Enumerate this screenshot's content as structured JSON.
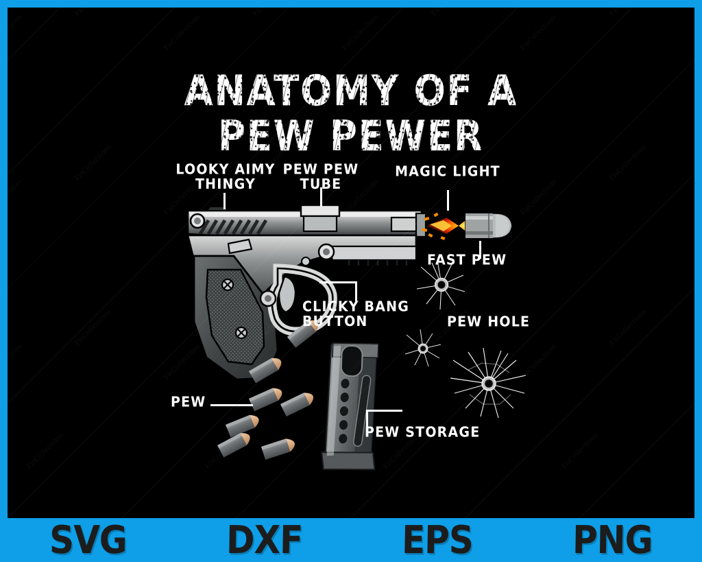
{
  "document": {
    "type": "t-shirt-design-preview",
    "background_color": "#000000",
    "frame_color": "#0e9fe8"
  },
  "title": {
    "line1": "ANATOMY OF A",
    "line2": "PEW PEWER"
  },
  "labels": [
    {
      "id": "looky-aimy-thingy",
      "text": "LOOKY AIMY\nTHINGY",
      "part": "sights"
    },
    {
      "id": "pew-pew-tube",
      "text": "PEW PEW\nTUBE",
      "part": "barrel"
    },
    {
      "id": "magic-light",
      "text": "MAGIC LIGHT",
      "part": "muzzle-flash"
    },
    {
      "id": "fast-pew",
      "text": "FAST PEW",
      "part": "bullet-in-flight"
    },
    {
      "id": "pew-hole",
      "text": "PEW HOLE",
      "part": "bullet-holes"
    },
    {
      "id": "clicky-bang-button",
      "text": "CLICKY BANG\nBUTTON",
      "part": "trigger"
    },
    {
      "id": "pew",
      "text": "PEW",
      "part": "cartridges"
    },
    {
      "id": "pew-storage",
      "text": "PEW STORAGE",
      "part": "magazine"
    }
  ],
  "artwork": {
    "pistol": "semi-automatic-pistol-grayscale",
    "bullet_count": 7,
    "bullet_hole_count": 3,
    "magazine": "detachable-box-magazine",
    "muzzle_flash_colors": [
      "#ff9b00",
      "#ff3b00",
      "#ffd84d"
    ]
  },
  "formats": {
    "items": [
      {
        "label": "SVG"
      },
      {
        "label": "DXF"
      },
      {
        "label": "EPS"
      },
      {
        "label": "PNG"
      }
    ]
  },
  "watermark": {
    "text": "FitCollections"
  }
}
